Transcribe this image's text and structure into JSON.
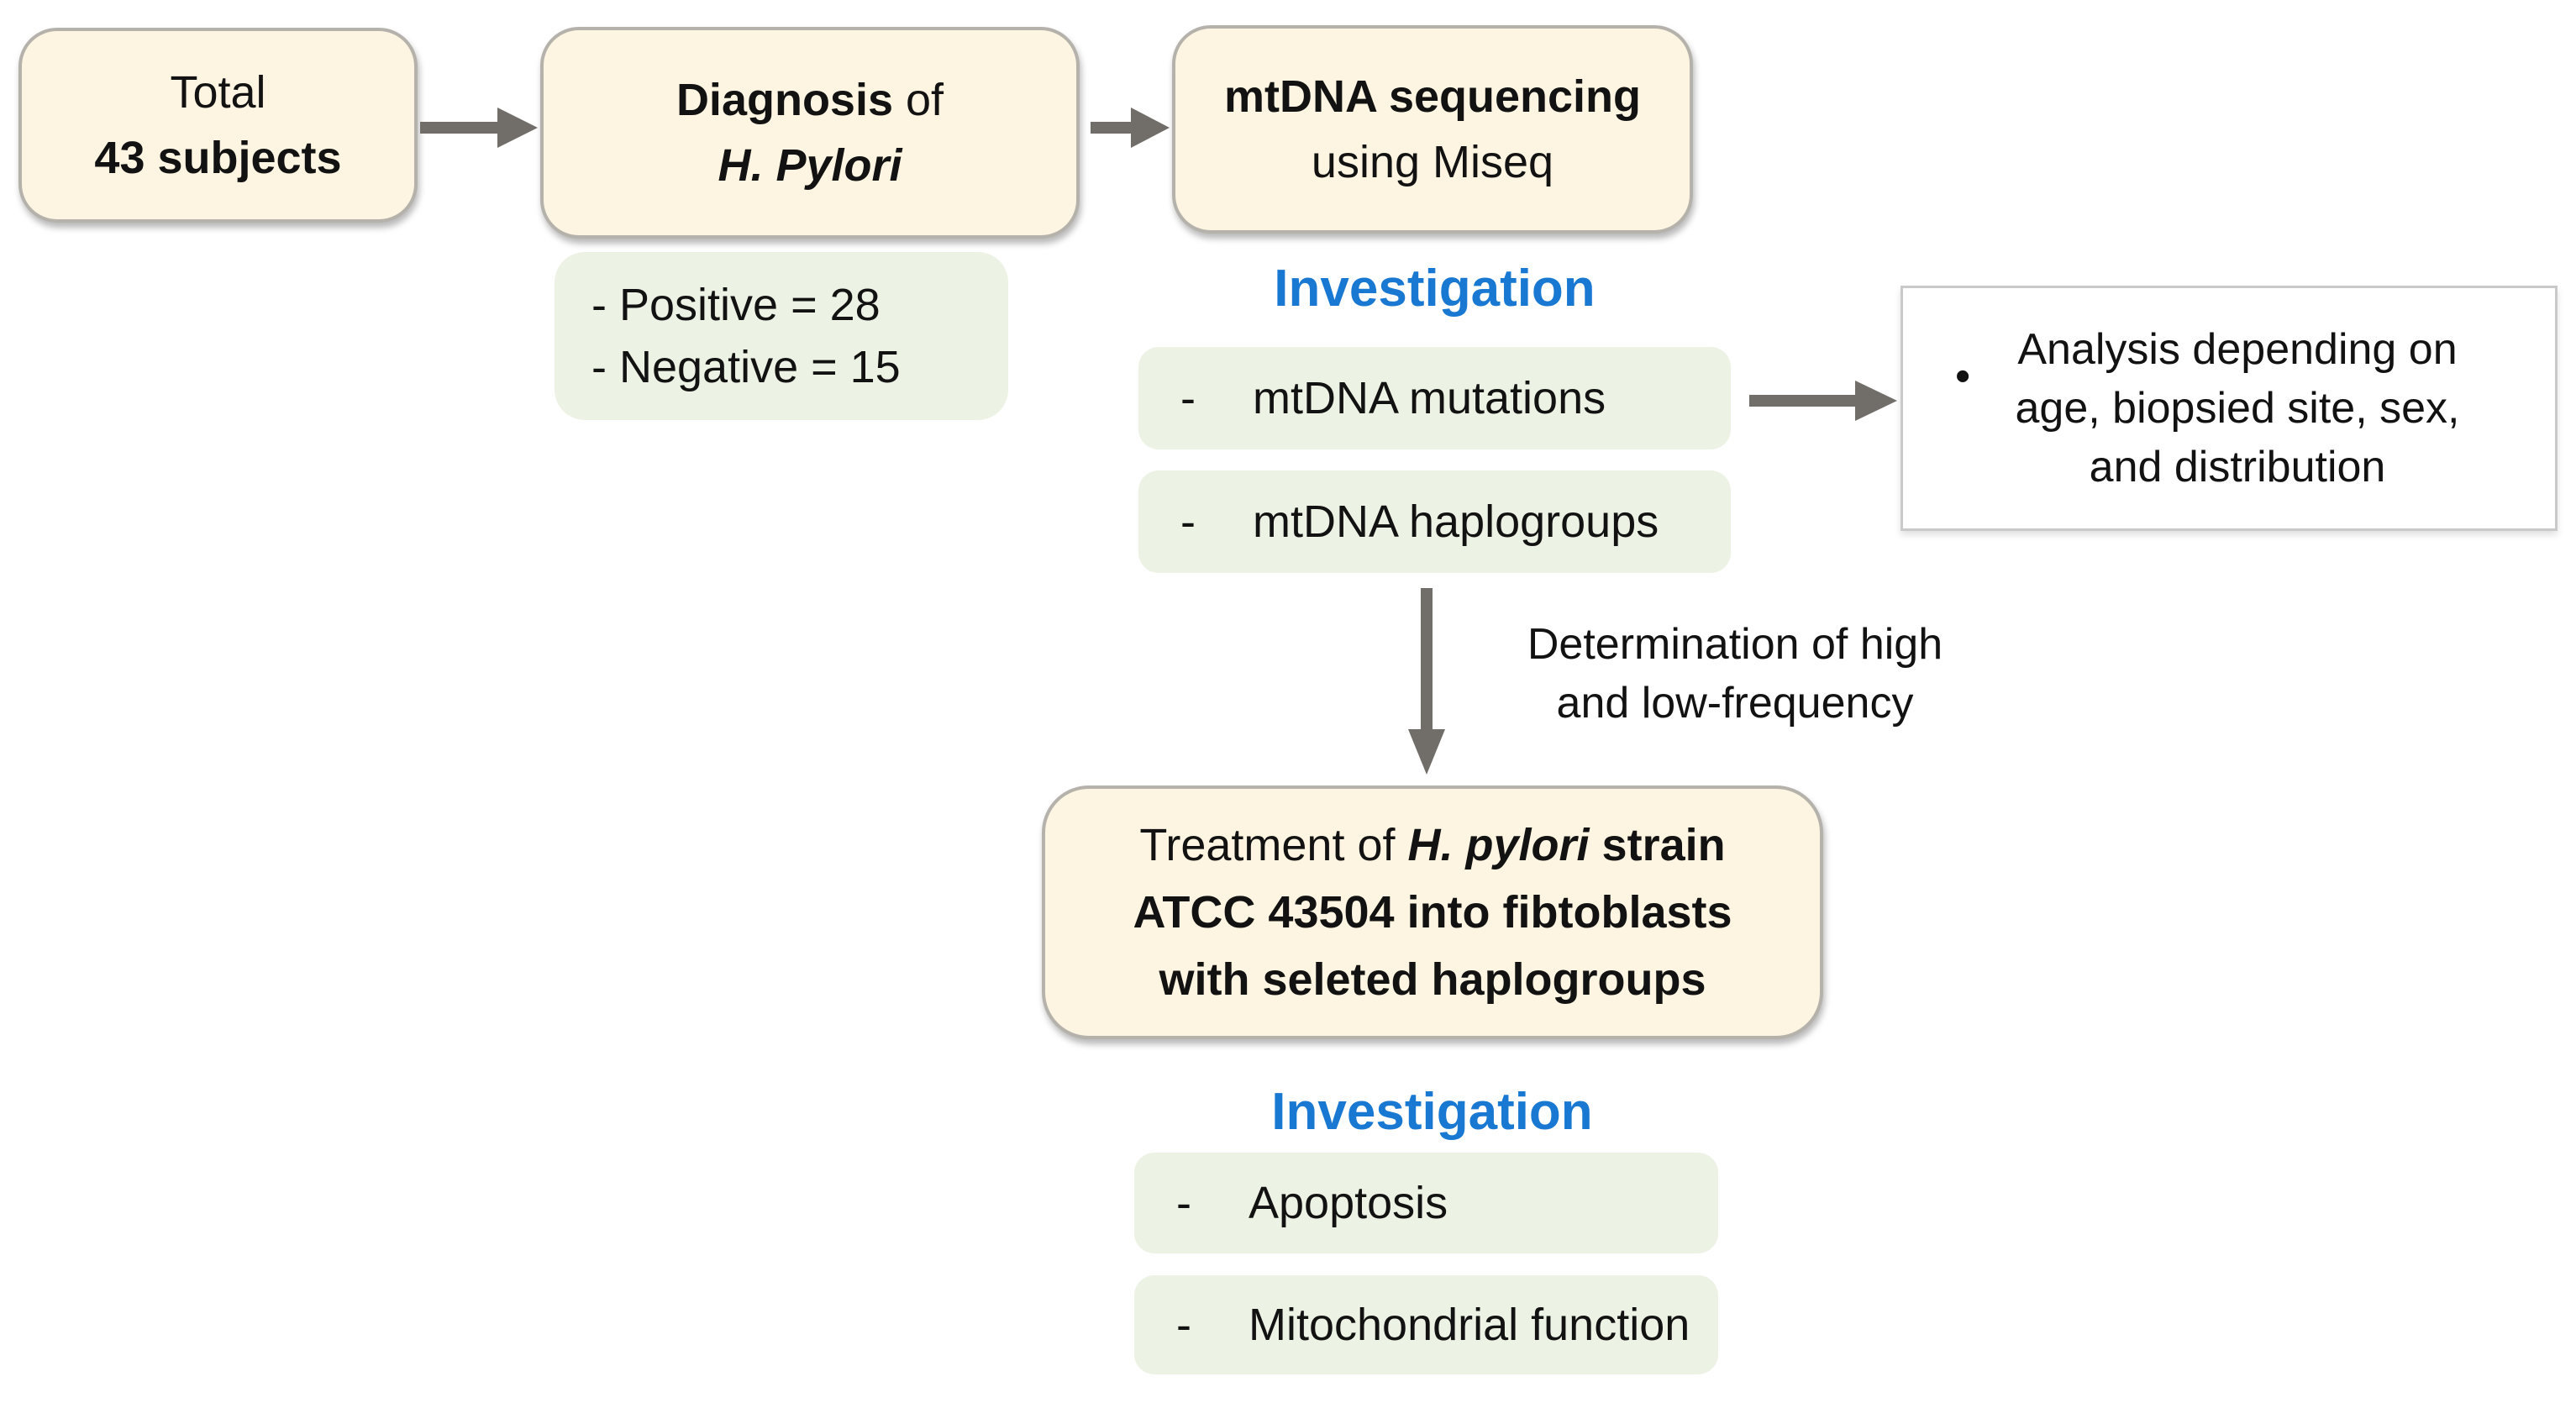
{
  "diagram": {
    "colors": {
      "cream": "#FDF5E2",
      "green": "#ECF2E4",
      "blue": "#1878D2",
      "arrow": "#716D68"
    },
    "box_total": {
      "line1": "Total",
      "line2": "43 subjects"
    },
    "box_diagnosis": {
      "line1_bold": "Diagnosis",
      "line1_rest": " of",
      "line2": "H. Pylori"
    },
    "diagnosis_counts": {
      "line1": "- Positive = 28",
      "line2": "- Negative = 15"
    },
    "box_mtdna": {
      "line1": "mtDNA sequencing",
      "line2": "using Miseq"
    },
    "investigation1_label": "Investigation",
    "item_mutations": {
      "dash": "-",
      "label": "mtDNA mutations"
    },
    "item_haplogroups": {
      "dash": "-",
      "label": "mtDNA haplogroups"
    },
    "analysis_note": {
      "bullet": "•",
      "line1": "Analysis depending on",
      "line2": "age, biopsied site, sex,",
      "line3": "and distribution"
    },
    "determination": {
      "line1": "Determination of high",
      "line2": "and low-frequency"
    },
    "box_treatment": {
      "line1_regular": "Treatment of ",
      "line1_bolditalic": "H. pylori",
      "line1_bold": " strain",
      "line2": "ATCC 43504 into fibtoblasts",
      "line3": "with seleted haplogroups"
    },
    "investigation2_label": "Investigation",
    "item_apoptosis": {
      "dash": "-",
      "label": "Apoptosis"
    },
    "item_mito": {
      "dash": "-",
      "label": "Mitochondrial function"
    }
  }
}
